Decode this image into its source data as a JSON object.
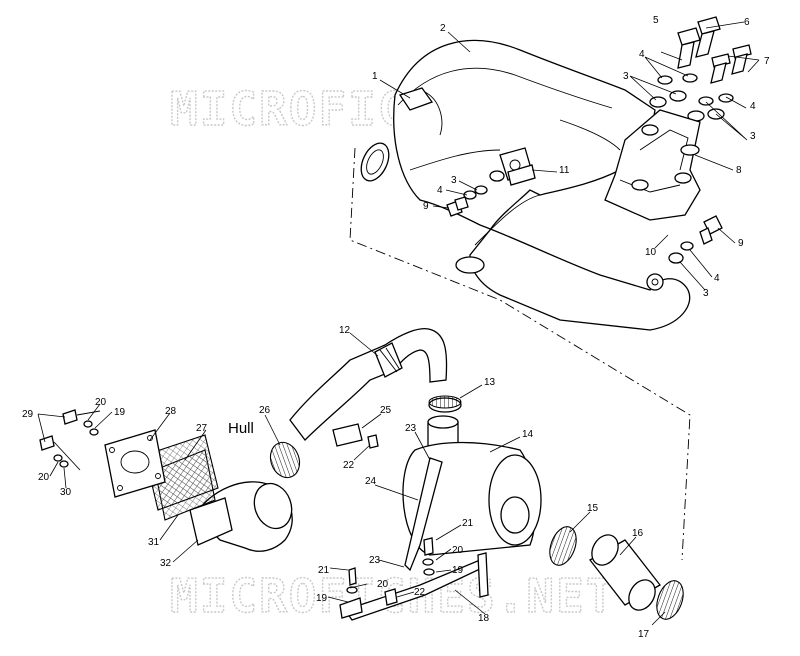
{
  "watermark": {
    "text": "MICROFICHES.NET"
  },
  "labels": {
    "hull": "Hull",
    "c1": "1",
    "c2": "2",
    "c3a": "3",
    "c3b": "3",
    "c3c": "3",
    "c3d": "3",
    "c4a": "4",
    "c4b": "4",
    "c4c": "4",
    "c4d": "4",
    "c5": "5",
    "c6": "6",
    "c7": "7",
    "c8": "8",
    "c9a": "9",
    "c9b": "9",
    "c10": "10",
    "c11": "11",
    "c12": "12",
    "c13": "13",
    "c14": "14",
    "c15": "15",
    "c16": "16",
    "c17": "17",
    "c18": "18",
    "c19a": "19",
    "c19b": "19",
    "c19c": "19",
    "c20a": "20",
    "c20b": "20",
    "c20c": "20",
    "c20d": "20",
    "c21a": "21",
    "c21b": "21",
    "c22a": "22",
    "c22b": "22",
    "c23a": "23",
    "c23b": "23",
    "c24": "24",
    "c25": "25",
    "c26": "26",
    "c27": "27",
    "c28": "28",
    "c29": "29",
    "c30": "30",
    "c31": "31",
    "c32": "32"
  }
}
